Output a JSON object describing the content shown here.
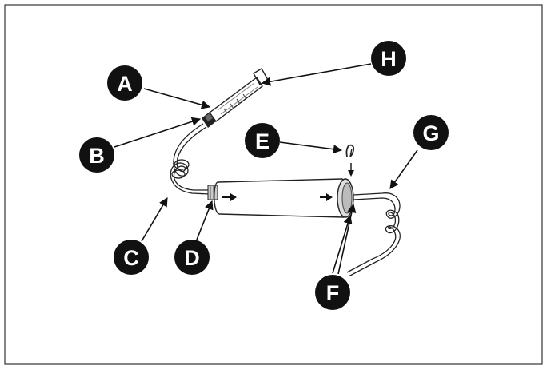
{
  "diagram": {
    "colors": {
      "ink": "#111111",
      "frame": "#333333",
      "paper": "#ffffff",
      "callout_text": "#ffffff"
    },
    "callouts": [
      {
        "id": "A",
        "label": "A"
      },
      {
        "id": "B",
        "label": "B"
      },
      {
        "id": "C",
        "label": "C"
      },
      {
        "id": "D",
        "label": "D"
      },
      {
        "id": "E",
        "label": "E"
      },
      {
        "id": "F",
        "label": "F"
      },
      {
        "id": "G",
        "label": "G"
      },
      {
        "id": "H",
        "label": "H"
      }
    ]
  }
}
